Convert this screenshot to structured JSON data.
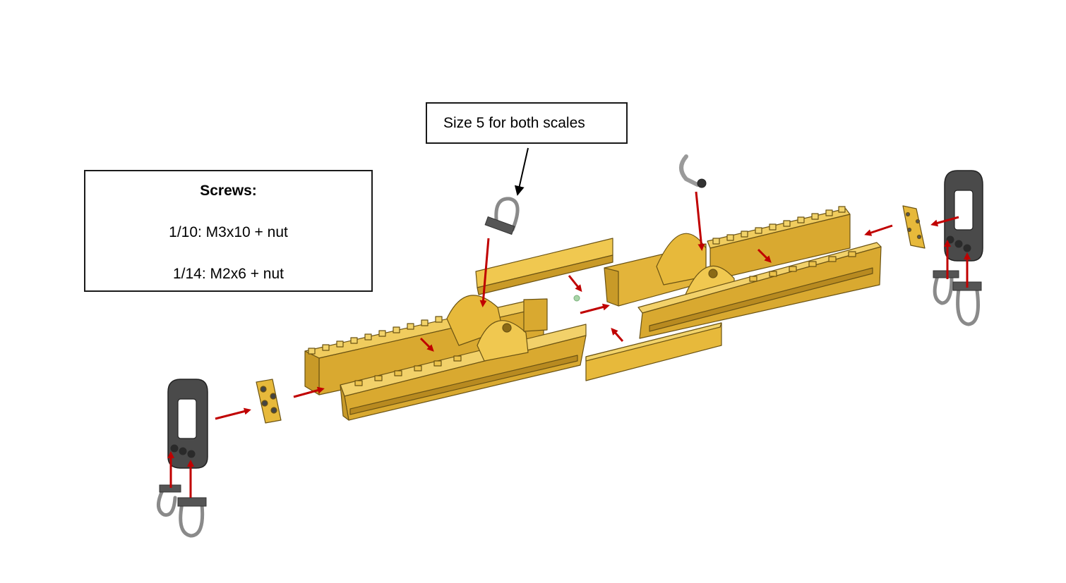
{
  "callouts": {
    "screws": {
      "title": "Screws:",
      "line_1_10": "1/10: M3x10 + nut",
      "line_1_14": "1/14: M2x6 + nut"
    },
    "shackle_size": {
      "text": "Size 5 for both scales"
    }
  },
  "colors": {
    "beam_yellow": "#e8b93a",
    "beam_edge": "#6b5313",
    "arrow_red": "#c00000",
    "hook_dark": "#4a4a4a",
    "shackle_grey": "#9a9a9a",
    "callout_border": "#1a1a1a"
  }
}
